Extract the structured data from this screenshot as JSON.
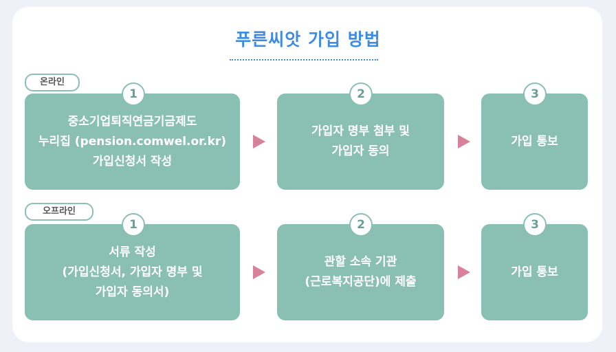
{
  "title": "푸른씨앗 가입 방법",
  "online": {
    "tag": "온라인",
    "steps": [
      {
        "num": "1",
        "text": "중소기업퇴직연금기금제도\n누리집 (pension.comwel.or.kr)\n가입신청서 작성"
      },
      {
        "num": "2",
        "text": "가입자 명부 첨부 및\n가입자 동의"
      },
      {
        "num": "3",
        "text": "가입 통보"
      }
    ]
  },
  "offline": {
    "tag": "오프라인",
    "steps": [
      {
        "num": "1",
        "text": "서류 작성\n(가입신청서, 가입자 명부 및\n가입자 동의서)"
      },
      {
        "num": "2",
        "text": "관할 소속 기관\n(근로복지공단)에 제출"
      },
      {
        "num": "3",
        "text": "가입 통보"
      }
    ]
  },
  "colors": {
    "accent": "#3d8ce4",
    "box": "#8abfb4",
    "arrow": "#d7829a",
    "background": "#eef1f8"
  }
}
